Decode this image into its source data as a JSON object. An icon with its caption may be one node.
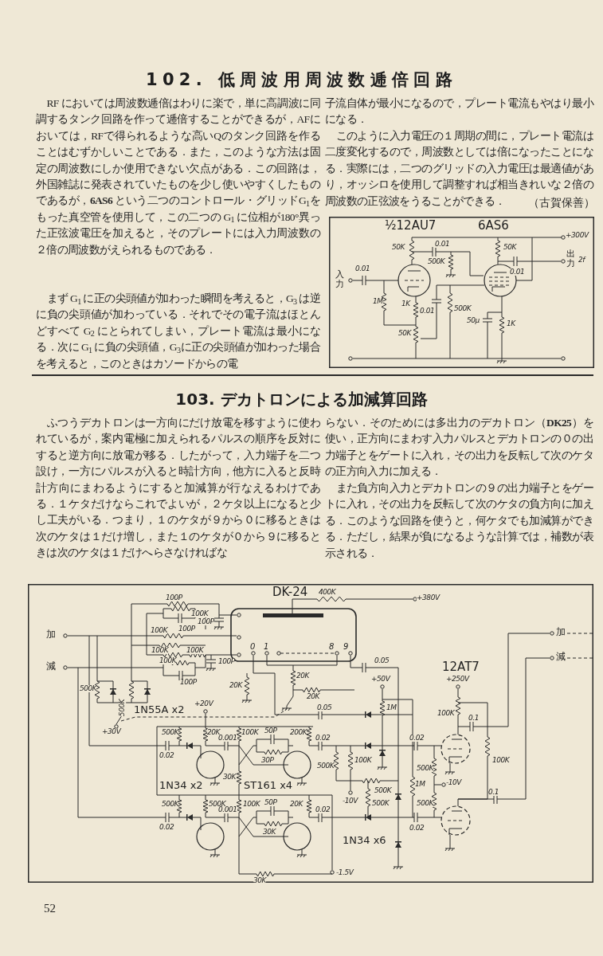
{
  "diagram": {
    "title": "102. 低周波用周波数逓倍回路",
    "labels": [
      "RF においては周波数逓倍はわりに楽で，単に高調波に同調するタンク回路を作って逓倍することができるが，AFにおいては，RFで得られるような高いQのタンク回路を作ることはむずかしいことである．また，このような方法は固定の周波数にしか使用できない欠点がある．この回路は，外国雑誌に発表されていたものを少し使いやすくしたものであるが，**6AS6** という二つのコントロール・グリッドG$_{1}$をもった真空管を使用して，この二つの G$_{1}$ に位相が180°異った正弦波電圧を加えると，そのプレートには入力周波数の２倍の周波数がえられるものである．",
      "まず G$_{1}$ に正の尖頭値が加わった瞬間を考えると，G$_{3}$ は逆に負の尖頭値が加わっている．それでその電子流はほとんどすべて G$_{2}$ にとられてしまい，プレート電流は最小になる．次に G$_{1}$ に負の尖頭値，G$_{3}$に正の尖頭値が加わった場合を考えると，このときはカソードからの電",
      "子流自体が最小になるので，プレート電流もやはり最小になる．",
      "このように入力電圧の１周期の間に，プレート電流は二度変化するので，周波数としては倍になったことになる．実際には，二つのグリッドの入力電圧は最適値があり，オッシロを使用して調整すれば相当きれいな２倍の周波数の正弦波をうることができる．",
      "（古賀保善）",
      "½12AU7",
      "6AS6",
      "+300V",
      "出力",
      "2f",
      "入力",
      "0.01",
      "50K",
      "0.01",
      "500K",
      "50K",
      "0.01",
      "1M",
      "1K",
      "0.01",
      "500K",
      "50K",
      "50μ",
      "1K",
      "103. デカトロンによる加減算回路",
      "ふつうデカトロンは一方向にだけ放電を移すように使われているが，案内電極に加えられるパルスの順序を反対にすると逆方向に放電が移る．したがって，入力端子を二つ設け，一方にパルスが入ると時計方向，他方に入ると反時計方向にまわるようにすると加減算が行なえるわけである．１ケタだけならこれでよいが，２ケタ以上になると少し工夫がいる．つまり，１のケタが９から０に移るときは次のケタは１だけ増し，また１のケタが０から９に移るときは次のケタは１だけへらさなければな",
      "らない．そのためには多出力のデカトロン（**DK25**）を使い，正方向にまわす入力パルスとデカトロンの０の出力端子とをゲートに入れ，その出力を反転して次のケタの正方向入力に加える．",
      "また負方向入力とデカトロンの９の出力端子とをゲートに入れ，その出力を反転して次のケタの負方向に加える．このような回路を使うと，何ケタでも加減算ができる．ただし，結果が負になるような計算では，補数が表示される．",
      "100P",
      "DK-24",
      "400K",
      "+380V",
      "100K",
      "100P",
      "100P",
      "加",
      "100K",
      "100K",
      "100K",
      "0",
      "1",
      "8",
      "9",
      "100K",
      "100P",
      "減",
      "20K",
      "100P",
      "20K",
      "20K",
      "500K",
      "500K",
      "0.05",
      "12AT7",
      "+50V",
      "+250V",
      "1N55A x2",
      "+20V",
      "0.05",
      "1M",
      "100K",
      "0.1",
      "+30V",
      "500K",
      "20K",
      "0.001",
      "100K",
      "50P",
      "200K",
      "0.02",
      "0.02",
      "0.02",
      "30P",
      "500K",
      "100K",
      "500K",
      "100K",
      "1N34 x2",
      "30K",
      "ST161 x4",
      "1M",
      "-10V",
      "500K",
      "0.1",
      "-10V",
      "500K",
      "500K",
      "0.001",
      "100K",
      "50P",
      "20K",
      "0.02",
      "500K",
      "500K",
      "0.02",
      "0.02",
      "30K",
      "1N34 x6",
      "-1.5V",
      "30K",
      "加",
      "減",
      "52"
    ]
  }
}
